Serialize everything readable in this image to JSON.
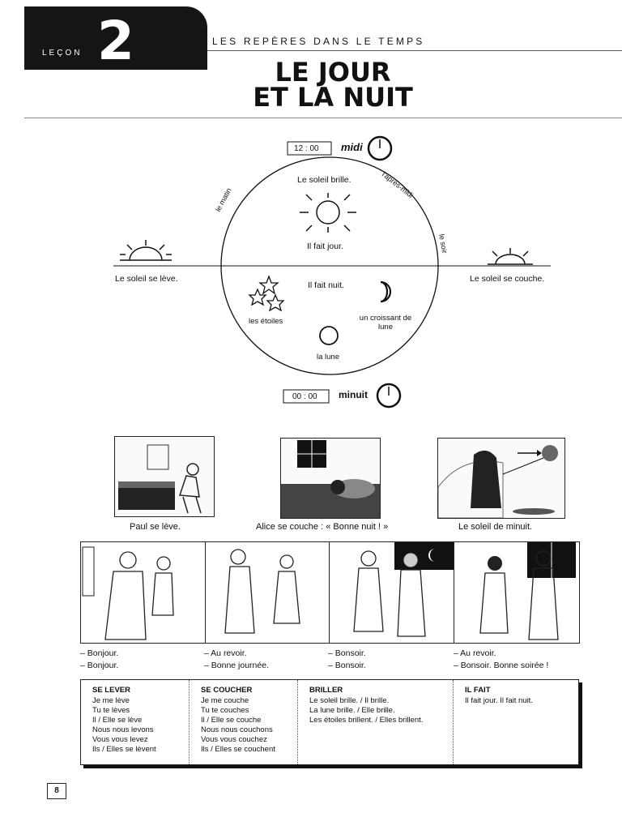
{
  "header": {
    "lecon_label": "LEÇON",
    "lecon_number": "2",
    "section": "LES REPÈRES DANS LE TEMPS",
    "title_line1": "LE JOUR",
    "title_line2": "ET LA NUIT"
  },
  "diagram": {
    "noon_time": "12 : 00",
    "noon_label": "midi",
    "midnight_time": "00 : 00",
    "midnight_label": "minuit",
    "sun_shines": "Le soleil brille.",
    "day_text": "Il fait jour.",
    "night_text": "Il fait nuit.",
    "morning": "le matin",
    "afternoon": "l'après-midi",
    "evening": "le soir",
    "sunrise": "Le soleil se lève.",
    "sunset": "Le soleil se couche.",
    "stars": "les étoiles",
    "crescent": "un croissant de lune",
    "moon": "la lune"
  },
  "pictures": [
    {
      "caption": "Paul se lève."
    },
    {
      "caption": "Alice se couche : « Bonne nuit ! »"
    },
    {
      "caption": "Le soleil de minuit."
    }
  ],
  "dialogues": [
    {
      "line1": "– Bonjour.",
      "line2": "– Bonjour."
    },
    {
      "line1": "– Au revoir.",
      "line2": "– Bonne journée."
    },
    {
      "line1": "– Bonsoir.",
      "line2": "– Bonsoir."
    },
    {
      "line1": "– Au revoir.",
      "line2": "– Bonsoir. Bonne soirée !"
    }
  ],
  "conjugations": [
    {
      "heading": "SE LEVER",
      "lines": [
        "Je me lève",
        "Tu te lèves",
        "Il / Elle se lève",
        "Nous nous levons",
        "Vous vous levez",
        "Ils / Elles se lèvent"
      ]
    },
    {
      "heading": "SE COUCHER",
      "lines": [
        "Je me couche",
        "Tu te couches",
        "Il / Elle se couche",
        "Nous nous couchons",
        "Vous vous couchez",
        "Ils / Elles se couchent"
      ]
    },
    {
      "heading": "BRILLER",
      "lines": [
        "Le soleil brille. / Il brille.",
        "La lune brille. / Elle brille.",
        "Les étoiles brillent. / Elles brillent."
      ]
    },
    {
      "heading": "IL FAIT",
      "lines": [
        "Il fait jour. Il fait nuit."
      ]
    }
  ],
  "page_number": "8"
}
